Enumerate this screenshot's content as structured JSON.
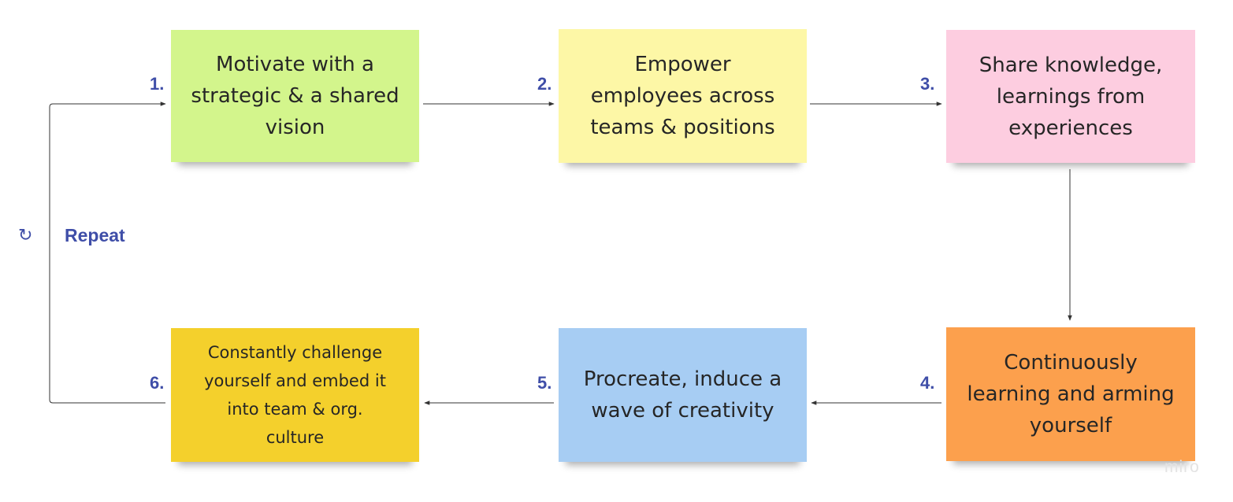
{
  "steps": [
    {
      "number": "1.",
      "lines": [
        "Motivate with a",
        "strategic & a shared",
        "vision"
      ],
      "color": "#d3f58c"
    },
    {
      "number": "2.",
      "lines": [
        "Empower",
        "employees across",
        "teams & positions"
      ],
      "color": "#fdf7a6"
    },
    {
      "number": "3.",
      "lines": [
        "Share knowledge,",
        "learnings from",
        "experiences"
      ],
      "color": "#fdcde0"
    },
    {
      "number": "4.",
      "lines": [
        "Continuously",
        "learning and arming",
        "yourself"
      ],
      "color": "#fca04d"
    },
    {
      "number": "5.",
      "lines": [
        "Procreate, induce a",
        "wave of creativity"
      ],
      "color": "#a7cdf3"
    },
    {
      "number": "6.",
      "lines": [
        "Constantly challenge",
        "yourself and embed it",
        "into team & org.",
        "culture"
      ],
      "color": "#f4d02c"
    }
  ],
  "repeat": {
    "icon": "refresh-icon",
    "symbol": "↻",
    "label": "Repeat"
  },
  "watermark": "miro",
  "colors": {
    "label": "#3f4ea8",
    "connector": "#333333"
  }
}
